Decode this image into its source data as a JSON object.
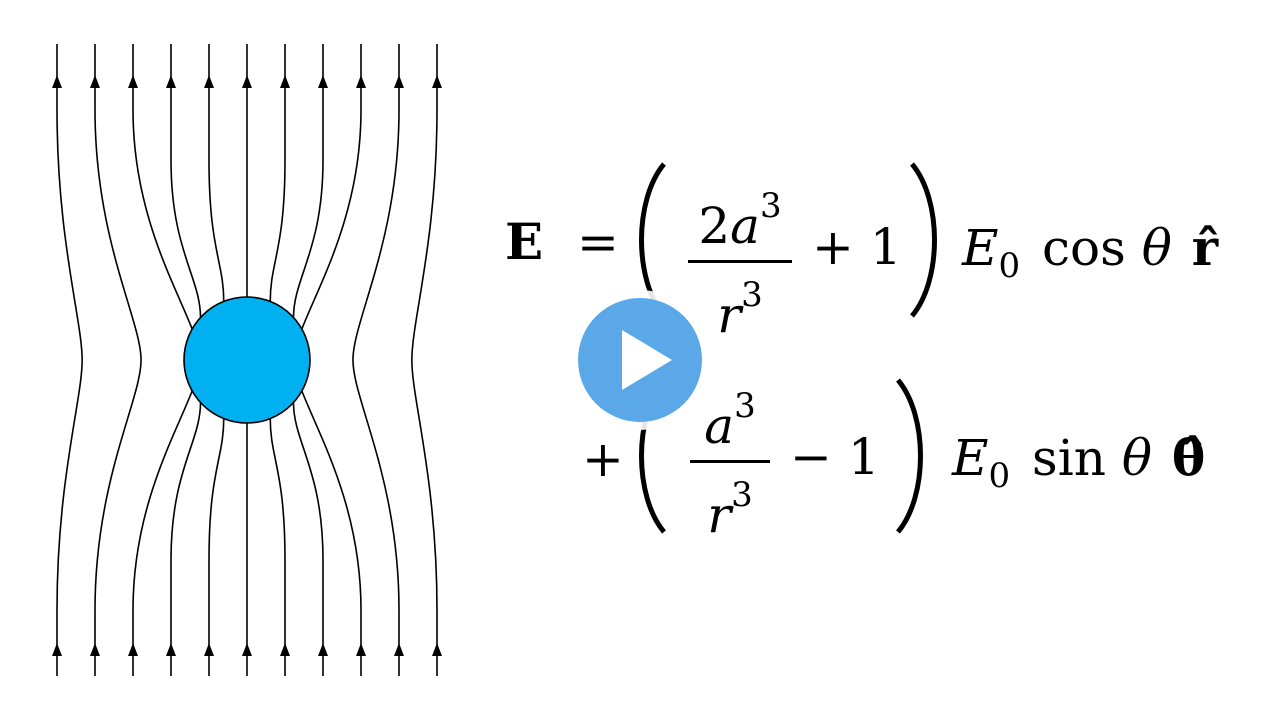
{
  "diagram": {
    "sphere_color": "#00b0f0",
    "line_color": "#000000",
    "field_line_count": 11
  },
  "equation": {
    "lhs": "E",
    "equals": "=",
    "term1": {
      "num_coeff": "2",
      "num_var": "a",
      "num_exp": "3",
      "den_var": "r",
      "den_exp": "3",
      "op": "+",
      "const": "1",
      "amp": "E",
      "amp_sub": "0",
      "func": "cos",
      "angle": "θ",
      "unit": "r̂"
    },
    "plus": "+",
    "term2": {
      "num_var": "a",
      "num_exp": "3",
      "den_var": "r",
      "den_exp": "3",
      "op": "−",
      "const": "1",
      "amp": "E",
      "amp_sub": "0",
      "func": "sin",
      "angle": "θ",
      "unit": "θ̂"
    }
  },
  "player": {
    "icon": "play-icon",
    "button_color": "#5aa8e8"
  }
}
